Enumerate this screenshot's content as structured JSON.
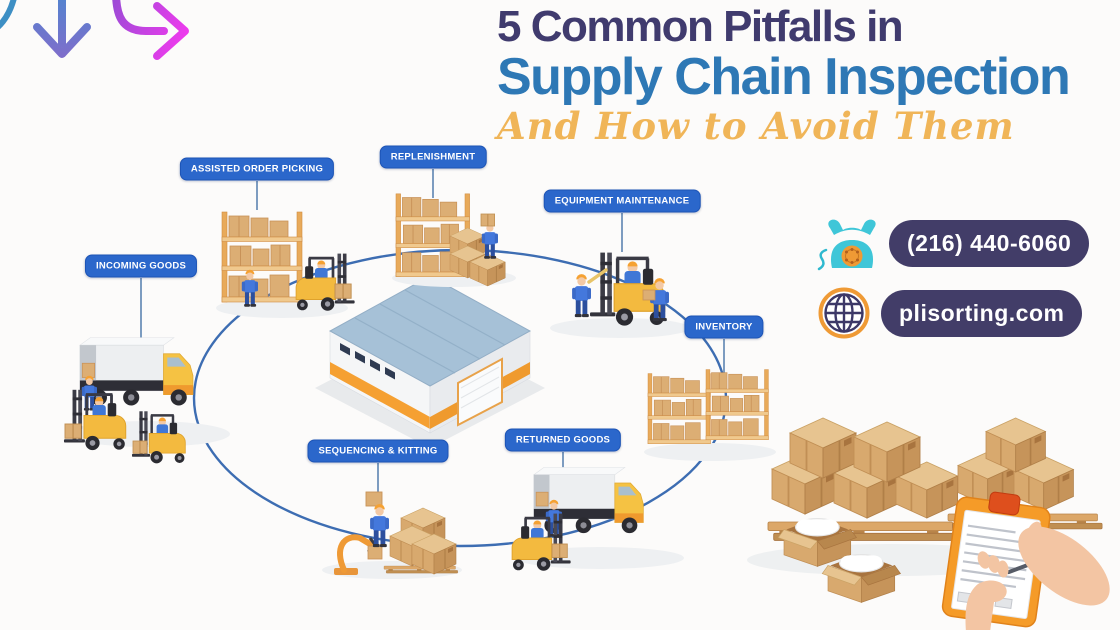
{
  "header": {
    "title_line1": "5 Common Pitfalls in",
    "title_line2": "Supply Chain Inspection",
    "title_line3": "And How to Avoid Them"
  },
  "contact": {
    "phone_label": "(216) 440-6060",
    "website_label": "plisorting.com",
    "phone_icon": "telephone-icon",
    "website_icon": "globe-icon"
  },
  "diagram": {
    "stations": [
      {
        "id": "incoming-goods",
        "label": "INCOMING GOODS"
      },
      {
        "id": "assisted-order-picking",
        "label": "ASSISTED ORDER PICKING"
      },
      {
        "id": "replenishment",
        "label": "REPLENISHMENT"
      },
      {
        "id": "equipment-maintenance",
        "label": "EQUIPMENT MAINTENANCE"
      },
      {
        "id": "inventory",
        "label": "INVENTORY"
      },
      {
        "id": "returned-goods",
        "label": "RETURNED GOODS"
      },
      {
        "id": "sequencing-kitting",
        "label": "SEQUENCING & KITTING"
      }
    ]
  },
  "colors": {
    "title_primary": "#403b6e",
    "title_secondary": "#2e78b5",
    "title_accent": "#f0b558",
    "station_label_bg": "#2b67cb",
    "contact_pill_bg": "#423d68",
    "ellipse_stroke": "#3d6db2",
    "accent_orange": "#f5a032",
    "phone_icon_teal": "#3fc6d8"
  }
}
